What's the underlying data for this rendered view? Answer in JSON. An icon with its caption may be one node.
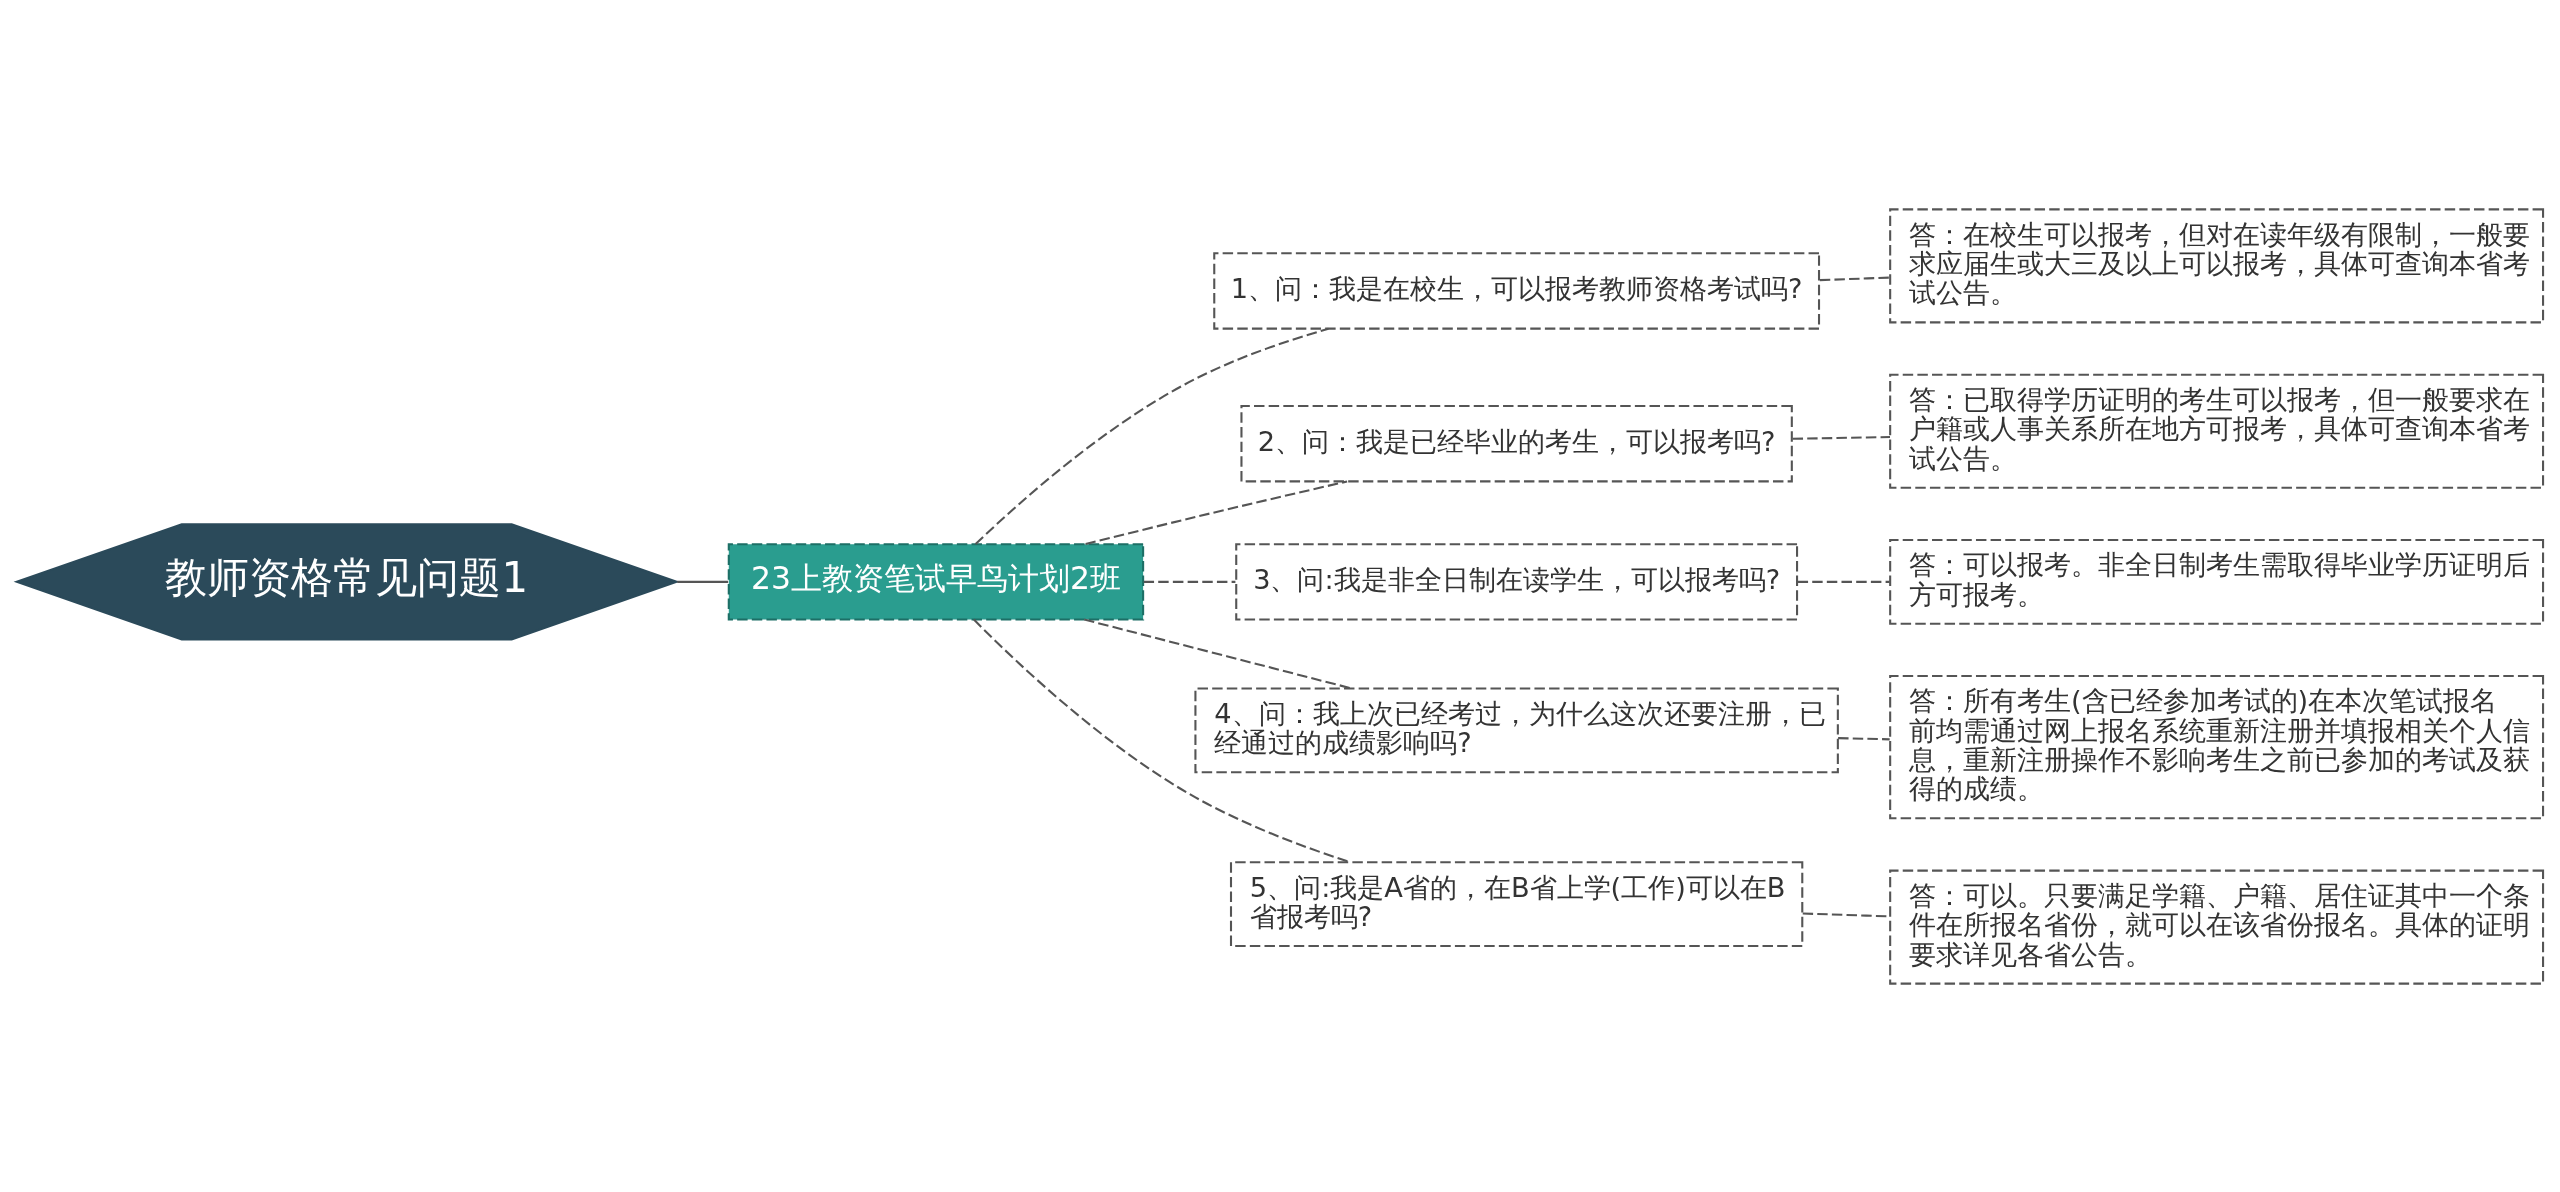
{
  "diagram": {
    "nodes": [
      {
        "text": [
          "教师资格常见问题1"
        ]
      },
      {
        "text": [
          "23上教资笔试早鸟计划2班"
        ]
      },
      {
        "text": [
          "1、问：我是在校生，可以报考教师资格考试吗?"
        ]
      },
      {
        "text": [
          "答：在校生可以报考，但对在读年级有限制，一般要求应届生或大三及以上可以报考，具体可查询本省考试公告。"
        ]
      },
      {
        "text": [
          "2、问：我是已经毕业的考生，可以报考吗?"
        ]
      },
      {
        "text": [
          "答：已取得学历证明的考生可以报考，但一般要求在户籍或人事关系所在地方可报考，具体可查询本省考试公告。"
        ]
      },
      {
        "text": [
          "3、问:我是非全日制在读学生，可以报考吗?"
        ]
      },
      {
        "text": [
          "答：可以报考。非全日制考生需取得毕业学历证明后方可报考。"
        ]
      },
      {
        "text": [
          "4、问：我上次已经考过，为什么这次还要注册，已经通过的成绩影响吗?"
        ]
      },
      {
        "text": [
          "答：所有考生(含已经参加考试的)在本次笔试报名前均需通过网上报名系统重新注册并填报相关个人信息，重新注册操作不影响考生之前已参加的考试及获得的成绩。"
        ]
      },
      {
        "text": [
          "5、问:我是A省的，在B省上学(工作)可以在B省报考吗?"
        ]
      },
      {
        "text": [
          "答：可以。只要满足学籍、户籍、居住证其中一个条件在所报名省份，就可以在该省份报名。具体的证明要求详见各省公告。"
        ]
      }
    ],
    "edges": [
      {
        "from": 0,
        "to": 1,
        "arrow": "none"
      },
      {
        "from": 1,
        "to": 2,
        "arrow": "none",
        "style": "dashed"
      },
      {
        "from": 1,
        "to": 4,
        "arrow": "none",
        "style": "dashed"
      },
      {
        "from": 1,
        "to": 6,
        "arrow": "none",
        "style": "dashed"
      },
      {
        "from": 1,
        "to": 8,
        "arrow": "none",
        "style": "dashed"
      },
      {
        "from": 1,
        "to": 10,
        "arrow": "none",
        "style": "dashed"
      },
      {
        "from": 2,
        "to": 3,
        "arrow": "none",
        "style": "dashed"
      },
      {
        "from": 4,
        "to": 5,
        "arrow": "none",
        "style": "dashed"
      },
      {
        "from": 6,
        "to": 7,
        "arrow": "none",
        "style": "dashed"
      },
      {
        "from": 8,
        "to": 9,
        "arrow": "none",
        "style": "dashed"
      },
      {
        "from": 10,
        "to": 11,
        "arrow": "none",
        "style": "dashed"
      }
    ]
  }
}
